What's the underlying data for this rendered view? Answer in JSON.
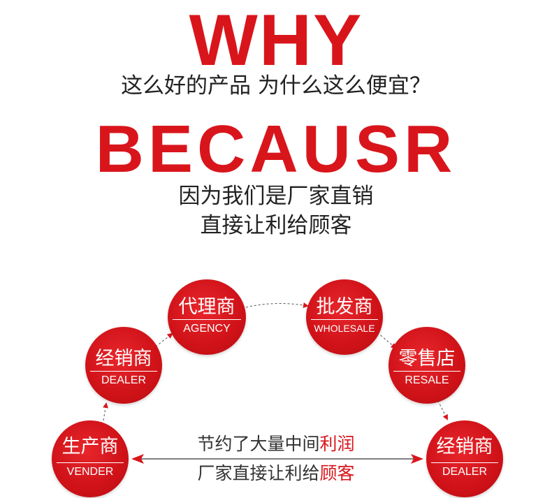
{
  "header": {
    "why": "WHY",
    "question": "这么好的产品 为什么这么便宜？",
    "because": "BECAUSR",
    "answer_line_1": "因为我们是厂家直销",
    "answer_line_2": "直接让利给顾客"
  },
  "flow": {
    "nodes": [
      {
        "id": "vender",
        "cn": "生产商",
        "en": "VENDER"
      },
      {
        "id": "dealer-left",
        "cn": "经销商",
        "en": "DEALER"
      },
      {
        "id": "agency",
        "cn": "代理商",
        "en": "AGENCY"
      },
      {
        "id": "wholesale",
        "cn": "批发商",
        "en": "WHOLESALE"
      },
      {
        "id": "resale",
        "cn": "零售店",
        "en": "RESALE"
      },
      {
        "id": "dealer-right",
        "cn": "经销商",
        "en": "DEALER"
      }
    ]
  },
  "savings": {
    "line_1_plain": "节约了大量中间",
    "line_1_highlight": "利润",
    "line_2_plain": "厂家直接让利给",
    "line_2_highlight": "顾客"
  },
  "colors": {
    "accent": "#d9151c",
    "node_fill": "#cf1218",
    "arrow": "#d9151c",
    "text": "#333333"
  }
}
